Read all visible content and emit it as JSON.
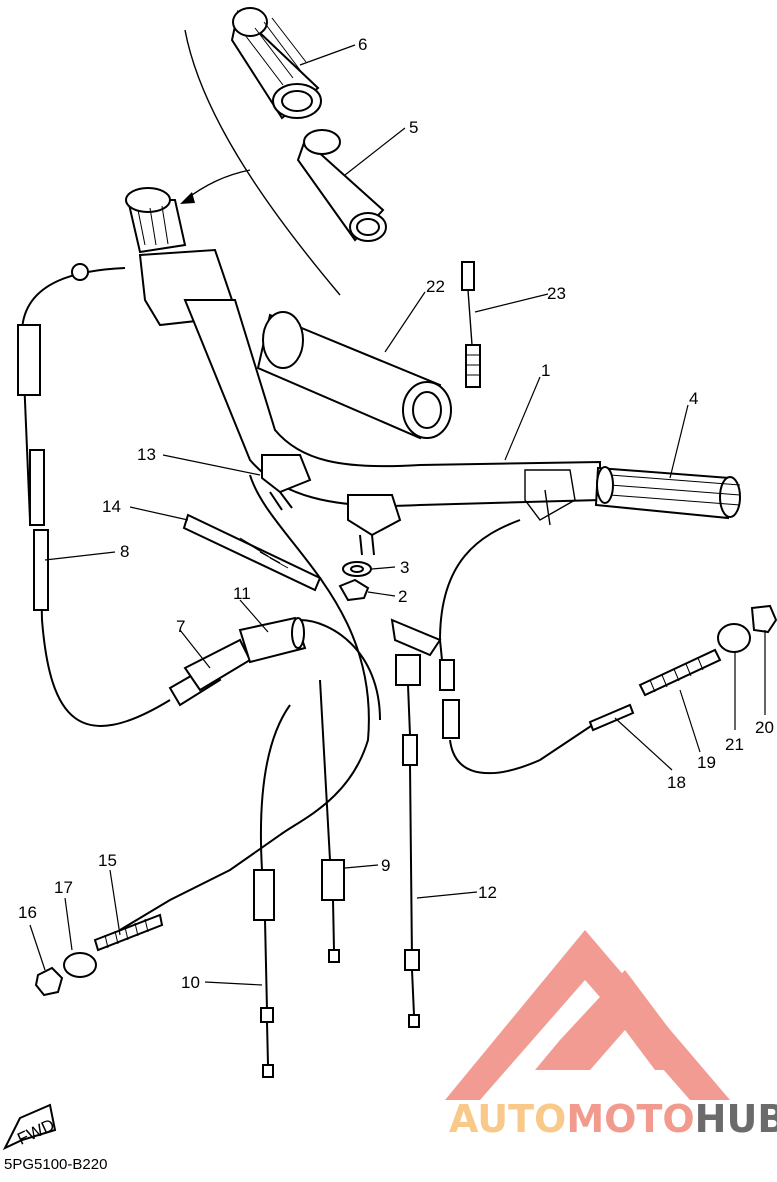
{
  "diagram": {
    "code": "5PG5100-B220",
    "fwd_label": "FWD",
    "part_labels": [
      "1",
      "2",
      "3",
      "4",
      "5",
      "6",
      "7",
      "8",
      "9",
      "10",
      "11",
      "12",
      "13",
      "14",
      "15",
      "16",
      "17",
      "18",
      "19",
      "20",
      "21",
      "22",
      "23"
    ]
  },
  "watermark": {
    "part1": "AUTO",
    "part2": "MOTO",
    "part3": "HUB",
    "colors": {
      "auto": "#f9c98a",
      "moto": "#f39a8e",
      "hub": "#6b6b6b",
      "logo": "#f08a80"
    }
  }
}
